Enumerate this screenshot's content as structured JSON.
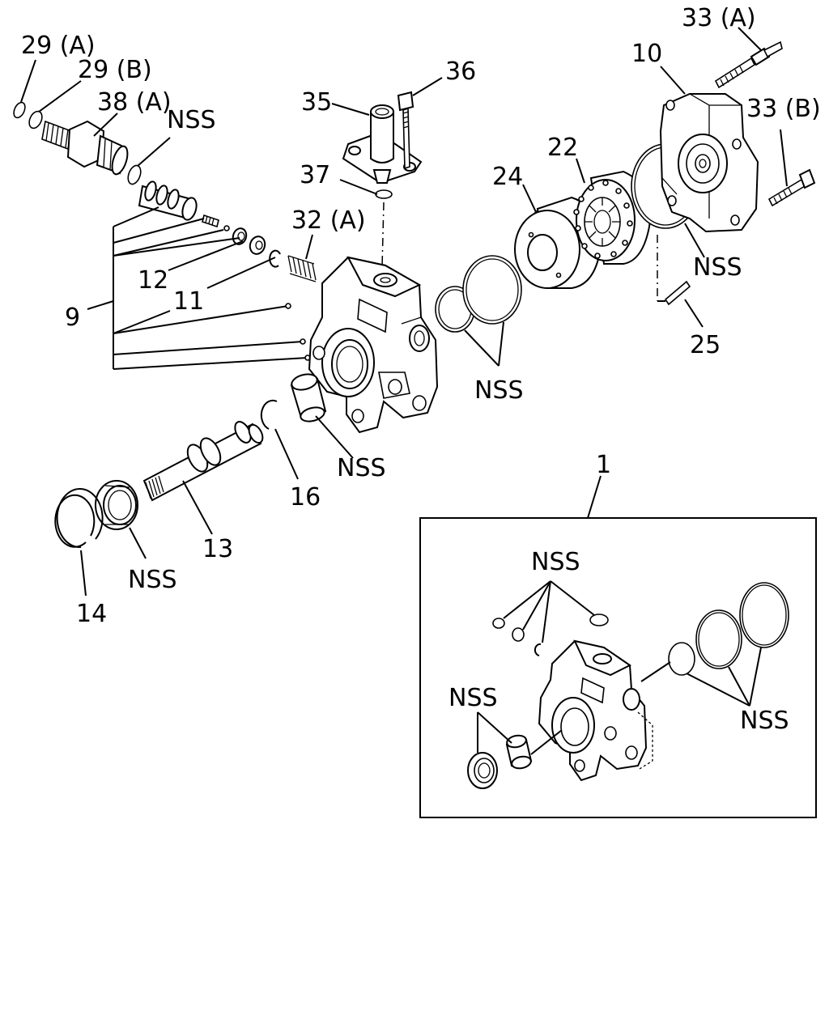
{
  "labels": {
    "p29a": "29 (A)",
    "p29b": "29 (B)",
    "p38a": "38 (A)",
    "nss_valve": "NSS",
    "p35": "35",
    "p36": "36",
    "p37": "37",
    "p32a": "32 (A)",
    "p12": "12",
    "p11": "11",
    "p9": "9",
    "p24": "24",
    "p22": "22",
    "p10": "10",
    "p33a": "33 (A)",
    "p33b": "33 (B)",
    "nss_cover": "NSS",
    "p25": "25",
    "nss_orings": "NSS",
    "nss_bushing": "NSS",
    "p16": "16",
    "p13": "13",
    "nss_seal": "NSS",
    "p14": "14",
    "p1": "1",
    "inset_nss_top": "NSS",
    "inset_nss_left": "NSS",
    "inset_nss_right": "NSS"
  },
  "icons": {
    "valve": "flow-control-valve-icon",
    "connector": "connector-icon",
    "housing": "pump-housing-icon",
    "shaft": "drive-shaft-icon",
    "cam_ring": "cam-ring-icon",
    "rotor": "rotor-icon",
    "cover": "rear-cover-icon"
  }
}
